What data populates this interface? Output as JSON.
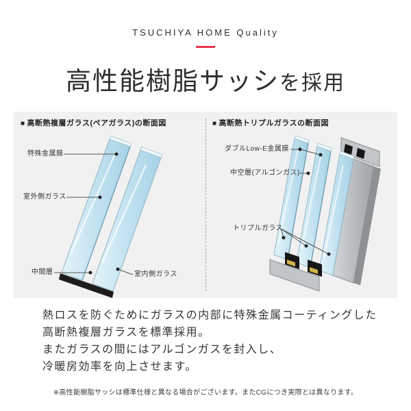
{
  "header": {
    "brand": "TSUCHIYA HOME Quality",
    "title_main": "高性能樹脂サッシ",
    "title_suffix": "を採用"
  },
  "panels": {
    "left": {
      "bullet": "■",
      "title": "高断熱複層ガラス(ペアガラス)の断面図",
      "labels": {
        "metal_film": "特殊金属膜",
        "outdoor_glass": "室外側ガラス",
        "middle_layer": "中間層",
        "indoor_glass": "室内側ガラス"
      }
    },
    "right": {
      "bullet": "■",
      "title": "高断熱トリプルガラスの断面図",
      "labels": {
        "double_lowe_film": "ダブルLow-E金属膜",
        "argon_layer": "中空層(アルゴンガス)",
        "triple_glass": "トリプルガラス"
      }
    }
  },
  "body": {
    "lines": [
      "熱ロスを防ぐためにガラスの内部に特殊金属コーティングした",
      "高断熱複層ガラスを標準採用。",
      "またガラスの間にはアルゴンガスを封入し、",
      "冷暖房効率を向上させます。"
    ]
  },
  "footnote": "※高性能樹脂サッシは標準仕様と異なる場合がございます。またCGにつき実際とは異なります。",
  "colors": {
    "accent_red": "#e8354b",
    "glass_blue": "#c2e2f0",
    "panel_gray": "#f1f1f1",
    "spacer_black": "#1c1c1c",
    "frame_gray": "#c3c6c8",
    "desiccant_yellow": "#d2b24a"
  }
}
